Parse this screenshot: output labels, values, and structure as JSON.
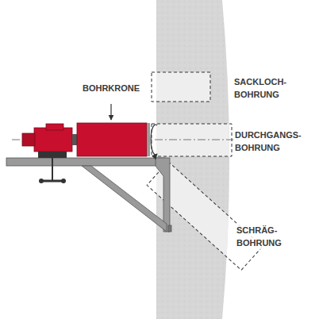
{
  "diagram": {
    "labels": [
      "BOHRKRONE",
      "SACKLOCH- BOHRUNG",
      "DURCHGANGS- BOHRUNG",
      "SCHRÄG- BOHRUNG"
    ]
  }
}
